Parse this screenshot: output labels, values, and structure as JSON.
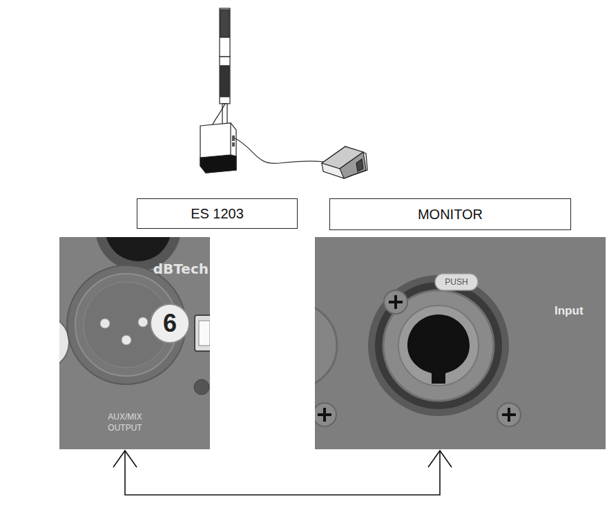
{
  "diagram": {
    "nodes": [
      {
        "text": [
          "ES 1203"
        ]
      },
      {
        "text": [
          "MONITOR"
        ]
      },
      {
        "text": [
          "dBTech",
          "6",
          "AUX/MIX OUTPUT"
        ]
      },
      {
        "text": [
          "PUSH",
          "Input"
        ]
      }
    ],
    "edges": [
      {
        "from": 2,
        "to": 3,
        "arrow": "both"
      }
    ]
  }
}
